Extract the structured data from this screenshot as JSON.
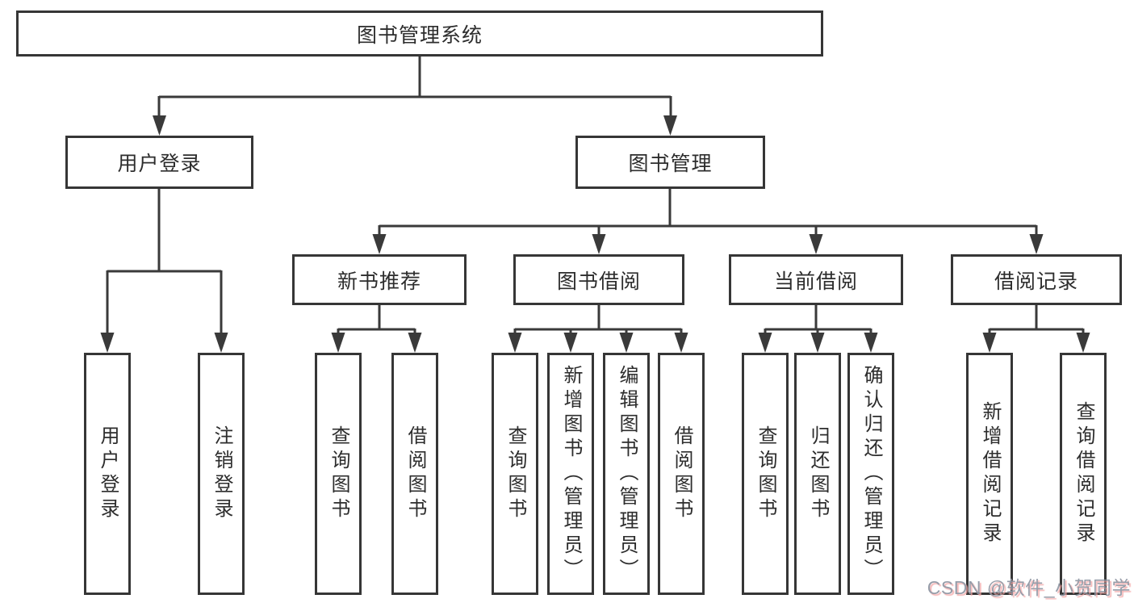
{
  "diagram": {
    "type": "hierarchy-tree",
    "title": "图书管理系统",
    "hierarchy": {
      "图书管理系统": {
        "用户登录": [
          "用户登录",
          "注销登录"
        ],
        "图书管理": {
          "新书推荐": [
            "查询图书",
            "借阅图书"
          ],
          "图书借阅": [
            "查询图书",
            "新增图书（管理员）",
            "编辑图书（管理员）",
            "借阅图书"
          ],
          "当前借阅": [
            "查询图书",
            "归还图书",
            "确认归还（管理员）"
          ],
          "借阅记录": [
            "新增借阅记录",
            "查询借阅记录"
          ]
        }
      }
    }
  },
  "nodes": {
    "root": {
      "label": "图书管理系统"
    },
    "user_login": {
      "label": "用户登录"
    },
    "book_mgmt": {
      "label": "图书管理"
    },
    "new_book_rec": {
      "label": "新书推荐"
    },
    "book_borrow": {
      "label": "图书借阅"
    },
    "current_borrow": {
      "label": "当前借阅"
    },
    "borrow_records": {
      "label": "借阅记录"
    },
    "leaf_user_login": {
      "label": "用户登录"
    },
    "leaf_logout": {
      "label": "注销登录"
    },
    "nb_query_books": {
      "label": "查询图书"
    },
    "nb_borrow_books": {
      "label": "借阅图书"
    },
    "bb_query_books": {
      "label": "查询图书"
    },
    "bb_add_books": {
      "label": "新增图书（管理员）"
    },
    "bb_edit_books": {
      "label": "编辑图书（管理员）"
    },
    "bb_borrow_books": {
      "label": "借阅图书"
    },
    "cb_query_books": {
      "label": "查询图书"
    },
    "cb_return_books": {
      "label": "归还图书"
    },
    "cb_confirm_return": {
      "label": "确认归还（管理员）"
    },
    "br_add_record": {
      "label": "新增借阅记录"
    },
    "br_query_record": {
      "label": "查询借阅记录"
    }
  },
  "watermark": {
    "text": "CSDN @软件_小贺同学"
  },
  "colors": {
    "background": "#ffffff",
    "box_border": "#363636",
    "line": "#3a3a3a",
    "text": "#2d2d2d",
    "watermark_text": "#8e95a2",
    "watermark_shadow": "#f3a6a6"
  }
}
